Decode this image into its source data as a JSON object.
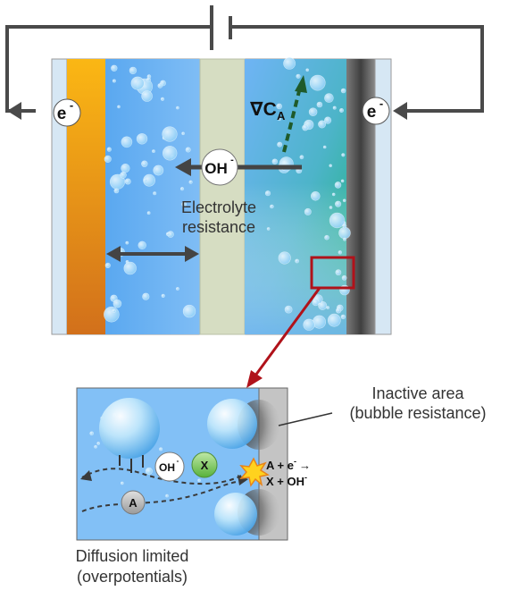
{
  "cell": {
    "electron_label": "e",
    "electron_sup": "-",
    "hydroxide_label": "OH",
    "hydroxide_sup": "-",
    "gradient_symbol": "∇C",
    "gradient_sub": "A",
    "electrolyte_resistance_line1": "Electrolyte",
    "electrolyte_resistance_line2": "resistance"
  },
  "zoom": {
    "inactive_line1": "Inactive area",
    "inactive_line2": "(bubble resistance)",
    "reaction_part1": "A + e",
    "reaction_sup1": "-",
    "reaction_arrow": "→",
    "reaction_part2": "X + OH",
    "reaction_sup2": "-",
    "species_oh": "OH",
    "species_oh_sup": "-",
    "species_x": "X",
    "species_a": "A",
    "diffusion_line1": "Diffusion limited",
    "diffusion_line2": "(overpotentials)"
  },
  "colors": {
    "anode": "#e9910f",
    "cathode": "#555555",
    "electrolyte": "#74b6f3",
    "separator": "#d5dcc2",
    "zoom_box": "#b0121a",
    "gradient_green": "#1fb27d"
  }
}
